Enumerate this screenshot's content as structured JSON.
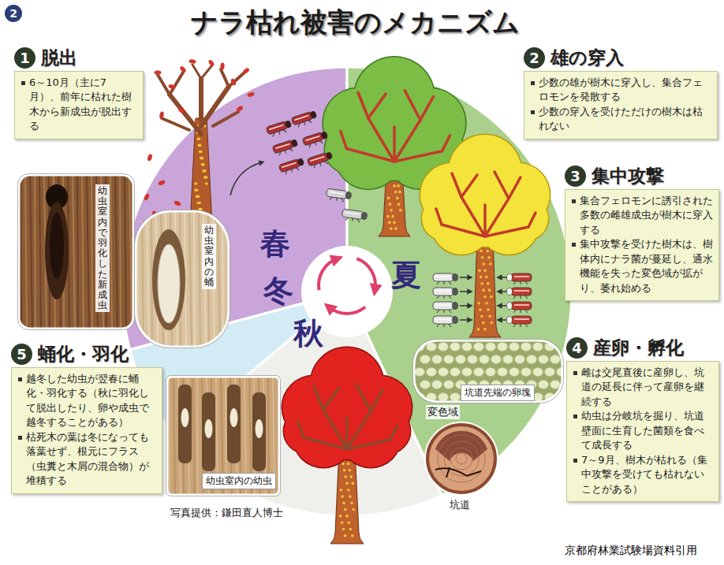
{
  "diagram": {
    "title": "ナラ枯れ被害のメカニズム",
    "nodes": [
      {
        "text": [
          "1",
          "脱出",
          "6～10月（主に7月）、前年に枯れた樹木から新成虫が脱出する"
        ]
      },
      {
        "text": [
          "2",
          "雄の穿入",
          "少数の雄が樹木に穿入し、集合フェロモンを発散する",
          "少数の穿入を受けただけの樹木は枯れない"
        ]
      },
      {
        "text": [
          "3",
          "集中攻撃",
          "集合フェロモンに誘引された多数の雌雄成虫が樹木に穿入する",
          "集中攻撃を受けた樹木は、樹体内にナラ菌が蔓延し、通水機能を失った変色域が拡がり、萎れ始める"
        ]
      },
      {
        "text": [
          "4",
          "産卵・孵化",
          "雌は交尾直後に産卵し、坑道の延長に伴って産卵を継続する",
          "幼虫は分岐坑を掘り、坑道壁面に生育した菌類を食べて成長する",
          "7～9月、樹木が枯れる（集中攻撃を受けても枯れないことがある）"
        ]
      },
      {
        "text": [
          "5",
          "蛹化・羽化",
          "越冬した幼虫が翌春に蛹化・羽化する（秋に羽化して脱出したり、卵や成虫で越冬することがある）",
          "枯死木の葉は冬になっても落葉せず、根元にフラス（虫糞と木屑の混合物）が堆積する"
        ]
      }
    ],
    "labels": [
      "2",
      "春",
      "夏",
      "冬",
      "秋",
      "幼虫室内で羽化した新成虫",
      "幼虫室内の蛹",
      "坑道先端の卵塊",
      "変色域",
      "坑道",
      "幼虫室内の幼虫",
      "写真提供：鎌田直人博士",
      "京都府林業試験場資料引用"
    ]
  }
}
